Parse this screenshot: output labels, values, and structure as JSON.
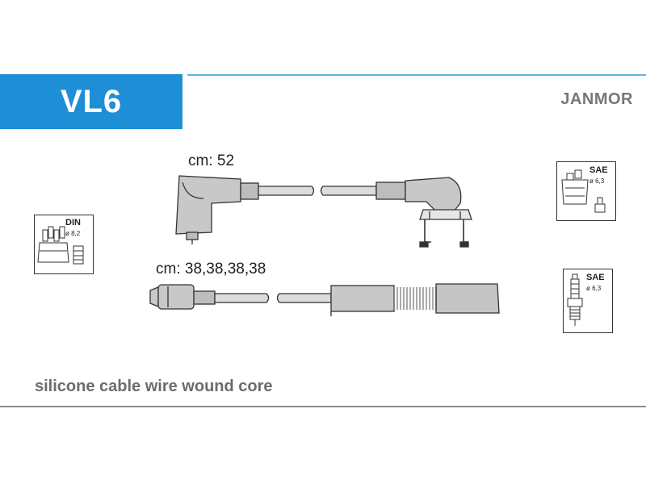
{
  "header": {
    "code": "VL6",
    "brand": "JANMOR"
  },
  "cables": {
    "coil_label": "cm: 52",
    "plug_label": "cm: 38,38,38,38"
  },
  "footer": {
    "caption": "silicone cable wire wound core"
  },
  "connectors": {
    "distributor": {
      "standard": "DIN",
      "size": "ø 8,2"
    },
    "coil": {
      "standard": "SAE",
      "size": "ø 6,3"
    },
    "spark_plug": {
      "standard": "SAE",
      "size": "ø 6,3"
    }
  }
}
